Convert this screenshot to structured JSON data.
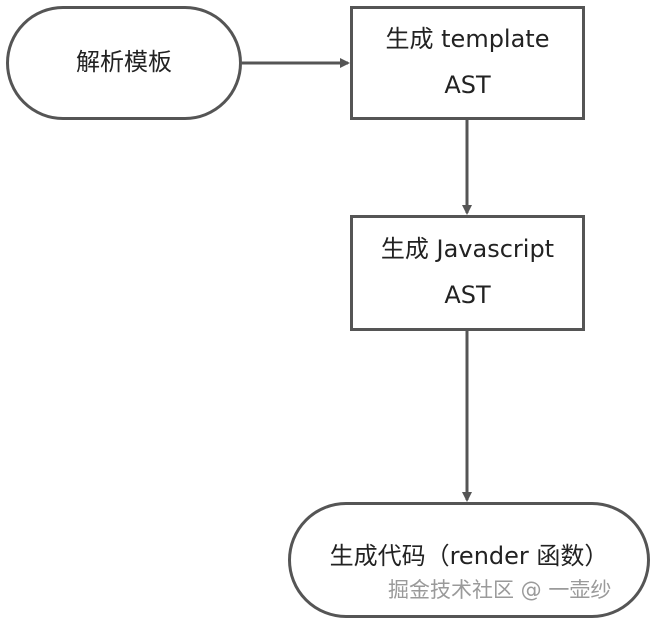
{
  "diagram": {
    "nodes": [
      {
        "id": "parse",
        "shape": "terminal",
        "lines": [
          "解析模板"
        ]
      },
      {
        "id": "tpl",
        "shape": "process",
        "lines": [
          "生成 template",
          "AST"
        ]
      },
      {
        "id": "js",
        "shape": "process",
        "lines": [
          "生成 Javascript",
          "AST"
        ]
      },
      {
        "id": "code",
        "shape": "terminal",
        "lines": [
          "生成代码（render 函数）"
        ]
      }
    ],
    "edges": [
      {
        "from": "parse",
        "to": "tpl"
      },
      {
        "from": "tpl",
        "to": "js"
      },
      {
        "from": "js",
        "to": "code"
      }
    ],
    "colors": {
      "stroke": "#555555",
      "text": "#222222",
      "watermark": "#9a9a9a"
    }
  },
  "watermark": "掘金技术社区 @ 一壶纱"
}
